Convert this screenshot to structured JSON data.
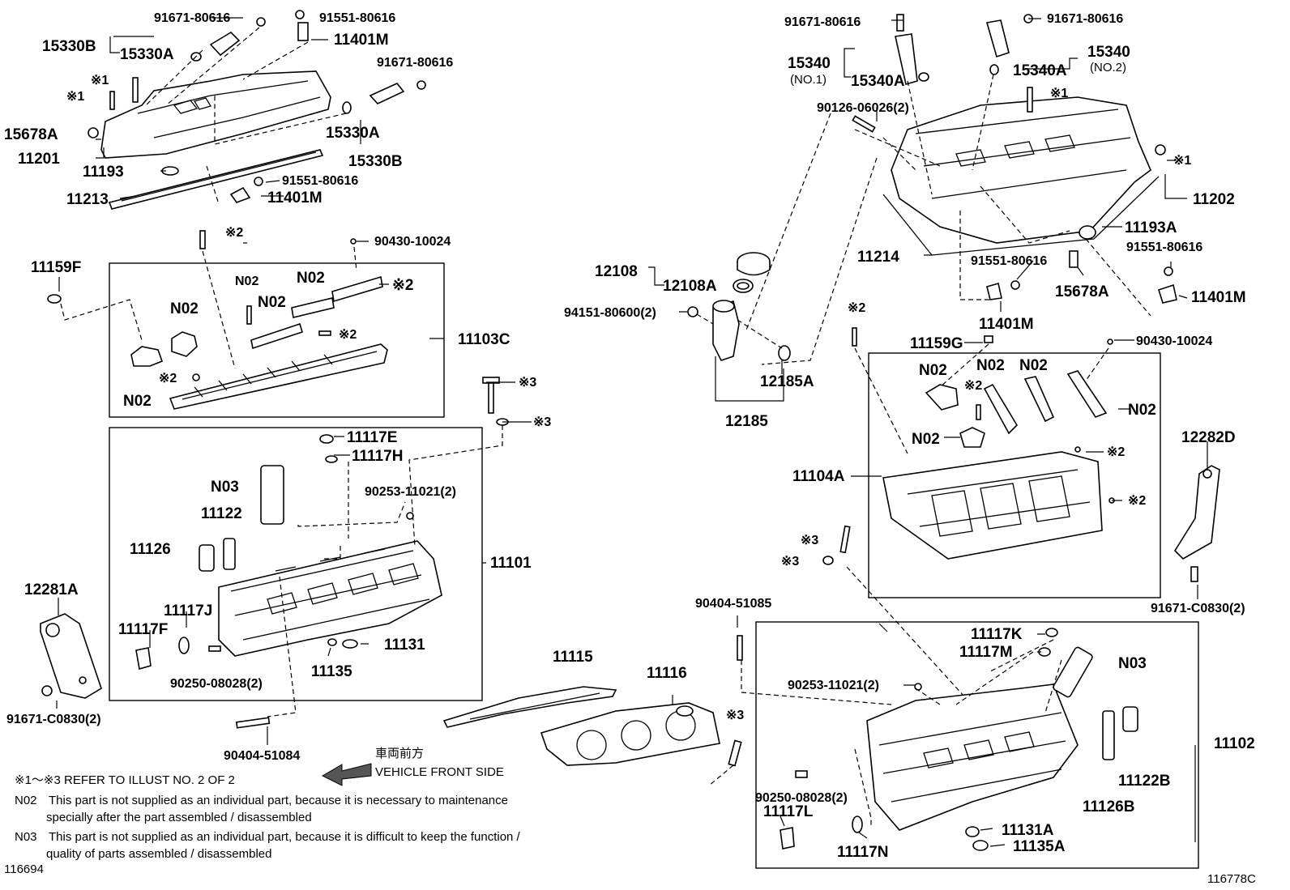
{
  "labels": {
    "a1": "91671-80616",
    "a2": "91551-80616",
    "a3": "15330B",
    "a4": "15330A",
    "a5": "11401M",
    "a6": "91671-80616",
    "a7": "※1",
    "a8": "※1",
    "a9": "15678A",
    "a10": "11201",
    "a11": "11193",
    "a12": "15330A",
    "a13": "15330B",
    "a14": "91551-80616",
    "a15": "11213",
    "a16": "11401M",
    "b1": "※2",
    "b2": "90430-10024",
    "b3": "11159F",
    "b4": "N02",
    "b5": "N02",
    "b6": "※2",
    "b7": "N02",
    "b8": "N02",
    "b9": "※2",
    "b10": "11103C",
    "b11": "※2",
    "b12": "N02",
    "c1": "※3",
    "c2": "※3",
    "c3": "11117E",
    "c4": "11117H",
    "c5": "N03",
    "c6": "90253-11021(2)",
    "c7": "11122",
    "c8": "11126",
    "c9": "11101",
    "c10": "12281A",
    "c11": "11117J",
    "c12": "11117F",
    "c13": "11131",
    "c14": "11135",
    "c15": "90250-08028(2)",
    "c16": "91671-C0830(2)",
    "c17": "90404-51084",
    "d1": "91671-80616",
    "d2": "91671-80616",
    "d3": "15340",
    "d4": "(NO.1)",
    "d5": "15340A",
    "d6": "15340",
    "d7": "(NO.2)",
    "d8": "15340A",
    "d9": "※1",
    "d10": "90126-06026(2)",
    "d11": "※1",
    "d12": "11202",
    "d13": "11193A",
    "d14": "91551-80616",
    "d15": "11214",
    "d16": "91551-80616",
    "d17": "12108",
    "d18": "12108A",
    "d19": "15678A",
    "d20": "11401M",
    "d21": "94151-80600(2)",
    "d22": "11401M",
    "e1": "※2",
    "e2": "11159G",
    "e3": "90430-10024",
    "e4": "N02",
    "e5": "N02",
    "e6": "N02",
    "e7": "※2",
    "e8": "12185A",
    "e9": "N02",
    "e10": "12185",
    "e11": "N02",
    "e12": "12282D",
    "e13": "※2",
    "e14": "11104A",
    "e15": "※2",
    "e16": "※3",
    "e17": "※3",
    "e18": "91671-C0830(2)",
    "f1": "90404-51085",
    "f2": "11117K",
    "f3": "11117M",
    "f4": "N03",
    "f5": "11115",
    "f6": "11116",
    "f7": "90253-11021(2)",
    "f8": "※3",
    "f9": "11102",
    "f10": "11122B",
    "f11": "90250-08028(2)",
    "f12": "11126B",
    "f13": "11117L",
    "f14": "11131A",
    "f15": "11117N",
    "f16": "11135A"
  },
  "front": {
    "jp": "車両前方",
    "en": "VEHICLE FRONT SIDE"
  },
  "notes": {
    "refer": "※1～※3  REFER TO ILLUST NO. 2 OF 2",
    "n02_code": "N02",
    "n02_line1": "This part is not supplied as an individual part, because it is necessary to maintenance",
    "n02_line2": "specially after the part assembled / disassembled",
    "n03_code": "N03",
    "n03_line1": "This part is not supplied as an individual part, because it is difficult to keep the function /",
    "n03_line2": "quality of parts  assembled / disassembled"
  },
  "ids": {
    "left": "116694",
    "right": "116778C"
  }
}
